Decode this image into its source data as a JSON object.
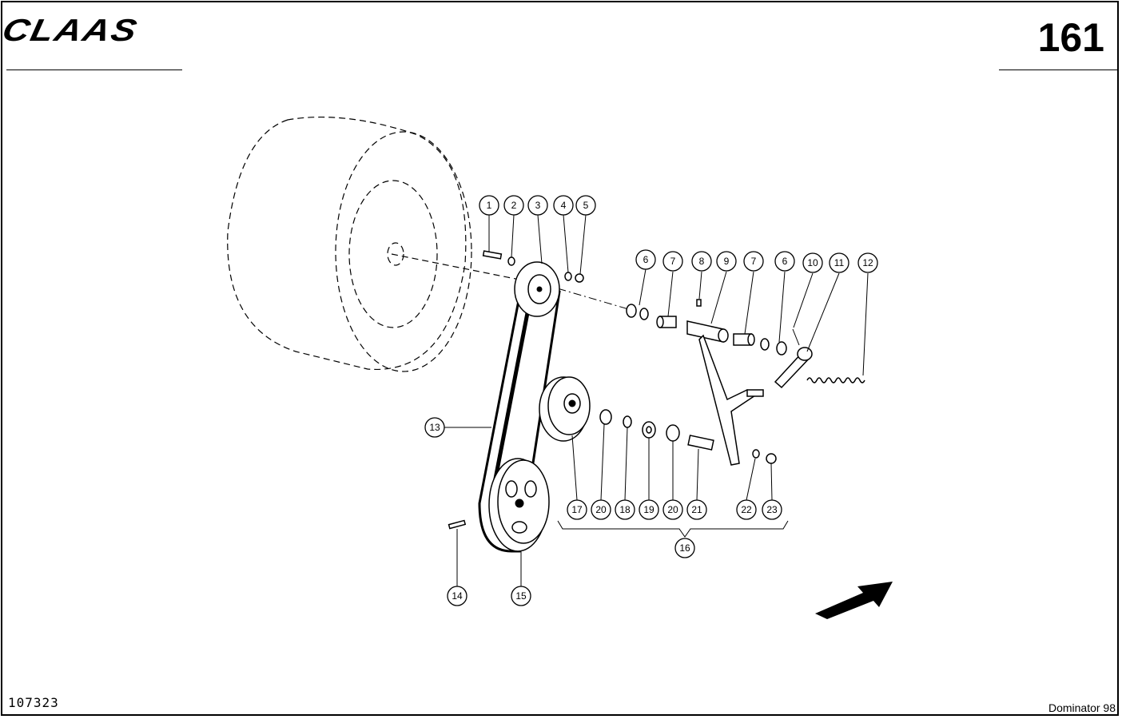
{
  "header": {
    "brand": "CLAAS",
    "page_number": "161"
  },
  "footer": {
    "doc_code": "107323",
    "model": "Dominator 98"
  },
  "callouts": [
    "1",
    "2",
    "3",
    "4",
    "5",
    "6",
    "7",
    "8",
    "9",
    "7",
    "6",
    "10",
    "11",
    "12",
    "13",
    "14",
    "15",
    "16",
    "17",
    "20",
    "18",
    "19",
    "20",
    "21",
    "22",
    "23"
  ]
}
